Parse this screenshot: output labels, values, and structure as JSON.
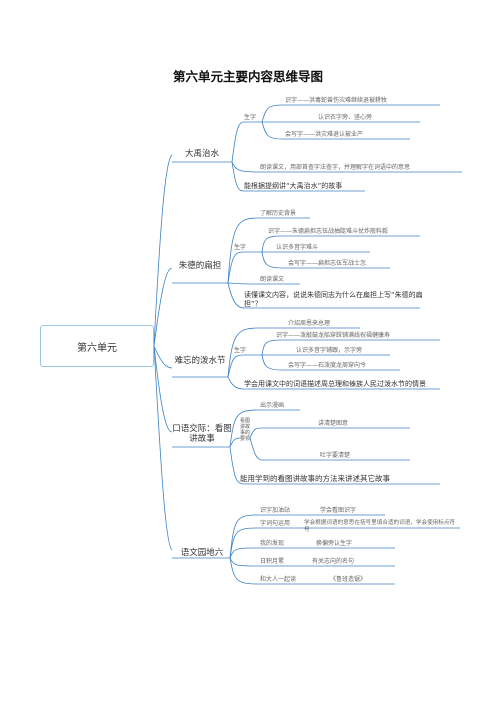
{
  "title": "第六单元主要内容思维导图",
  "root": "第六单元",
  "branches": [
    {
      "name": "大禹治水",
      "items": {
        "shengzi": "生字",
        "shizi": "识字——洪毒蛇兽伤灾难继续退被耕牧",
        "renshi": "认识衣字旁、竖心旁",
        "xiezi": "会写字——洪灾难退认被业产",
        "langdu": "朗读课文，用部首查字法查字，并理解字在词语中的意思",
        "jiang": "能根据提纲讲“大禹治水”的故事"
      }
    },
    {
      "name": "朱德的扁担",
      "items": {
        "beijing": "了解历史背景",
        "shengzi": "生字",
        "shizi": "识字——朱德扁担志伍战抽陡难斗仗炸般料毅",
        "duoyin": "认识多音字难斗",
        "xiezi": "会写字——扁担志伍军战士怎",
        "langdu": "朗读课文",
        "question": "读懂课文内容，说说朱德同志为什么在扁担上写“朱德的扁担”？"
      }
    },
    {
      "name": "难忘的泼水节",
      "items": {
        "jieshao": "介绍周恩来总理",
        "shengzi": "生字",
        "shizi": "识字——泼敲鼓龙船穿踩铺满线祝福健康寿",
        "duoyin": "认识多音字铺跟，示字旁",
        "xiezi": "会写字——石泼度龙周穿向今",
        "xuehui": "学会用课文中的词语描述周总理和傣族人民过泼水节的情景"
      }
    },
    {
      "name": "口语交际：看图讲故事",
      "items": {
        "chushi": "出示漫画",
        "side": "看图讲故事的要领",
        "jiangqing": "讲清楚图意",
        "tuchi": "吐字要清楚",
        "nengyong": "能用学到的看图讲故事的方法来讲述其它故事"
      }
    },
    {
      "name": "语文园地六",
      "items": [
        {
          "label": "识字加油站",
          "value": "学会看图识字"
        },
        {
          "label": "字词句运用",
          "value": "学会根据词语的意思在括号里填合适的词语，学会使用标点符号"
        },
        {
          "label": "我的发现",
          "value": "换偏旁认生字"
        },
        {
          "label": "日积月累",
          "value": "有关志向的名句"
        },
        {
          "label": "和大人一起读",
          "value": "《鲁班造锯》"
        }
      ]
    }
  ]
}
